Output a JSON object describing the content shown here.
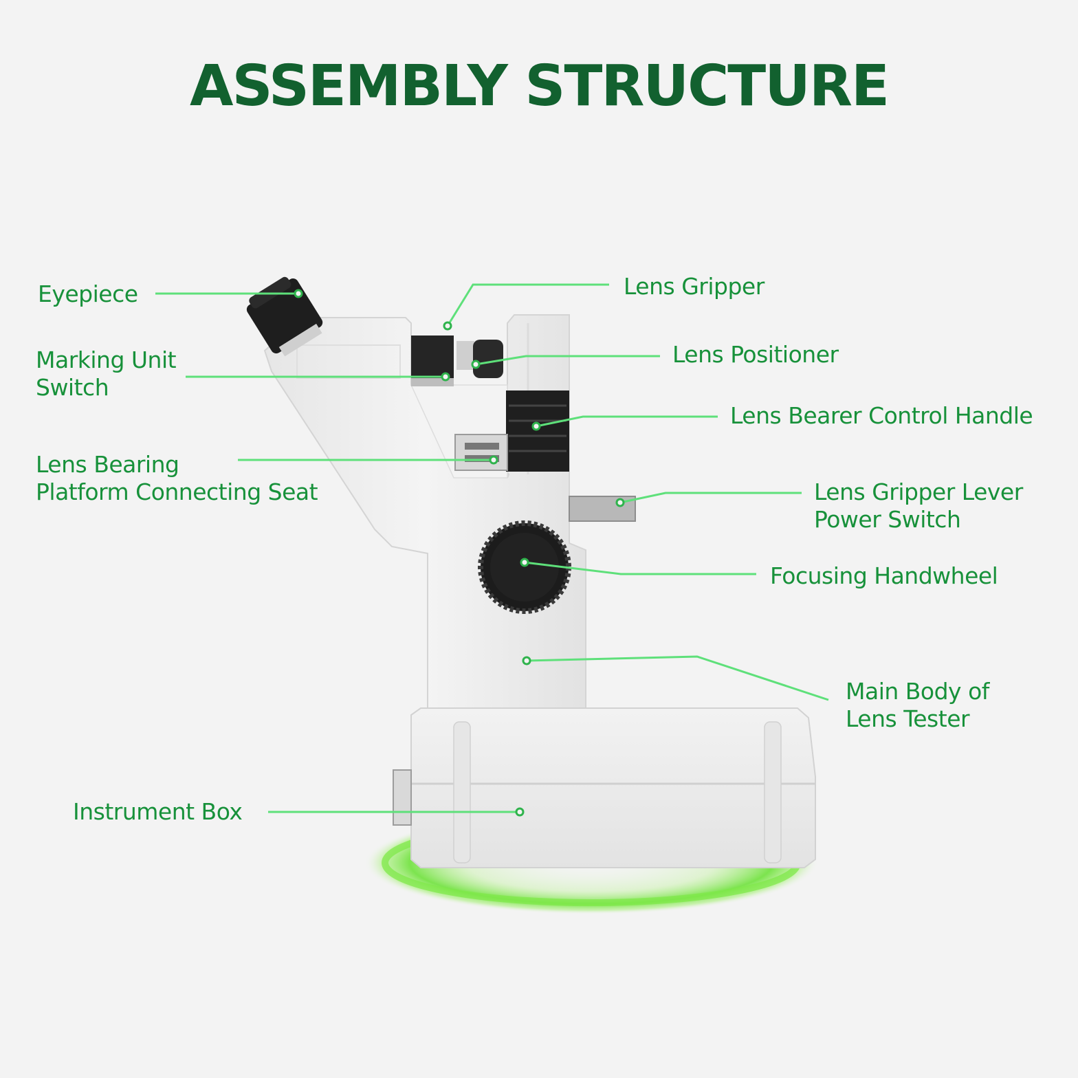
{
  "title": "ASSEMBLY STRUCTURE",
  "colors": {
    "title": "#12612f",
    "label": "#17913a",
    "leader": "#5ee07a",
    "glow": "#6fe23c",
    "body": "#ededed"
  },
  "labels": {
    "eyepiece": "Eyepiece",
    "marking_unit_1": "Marking Unit",
    "marking_unit_2": "Switch",
    "lens_bearing_1": "Lens Bearing",
    "lens_bearing_2": "Platform Connecting Seat",
    "instrument_box": "Instrument Box",
    "lens_gripper": "Lens Gripper",
    "lens_positioner": "Lens Positioner",
    "lens_bearer_control": "Lens Bearer Control Handle",
    "gripper_lever_1": "Lens Gripper Lever",
    "gripper_lever_2": "Power Switch",
    "focusing_handwheel": "Focusing Handwheel",
    "main_body_1": "Main Body of",
    "main_body_2": "Lens Tester"
  }
}
